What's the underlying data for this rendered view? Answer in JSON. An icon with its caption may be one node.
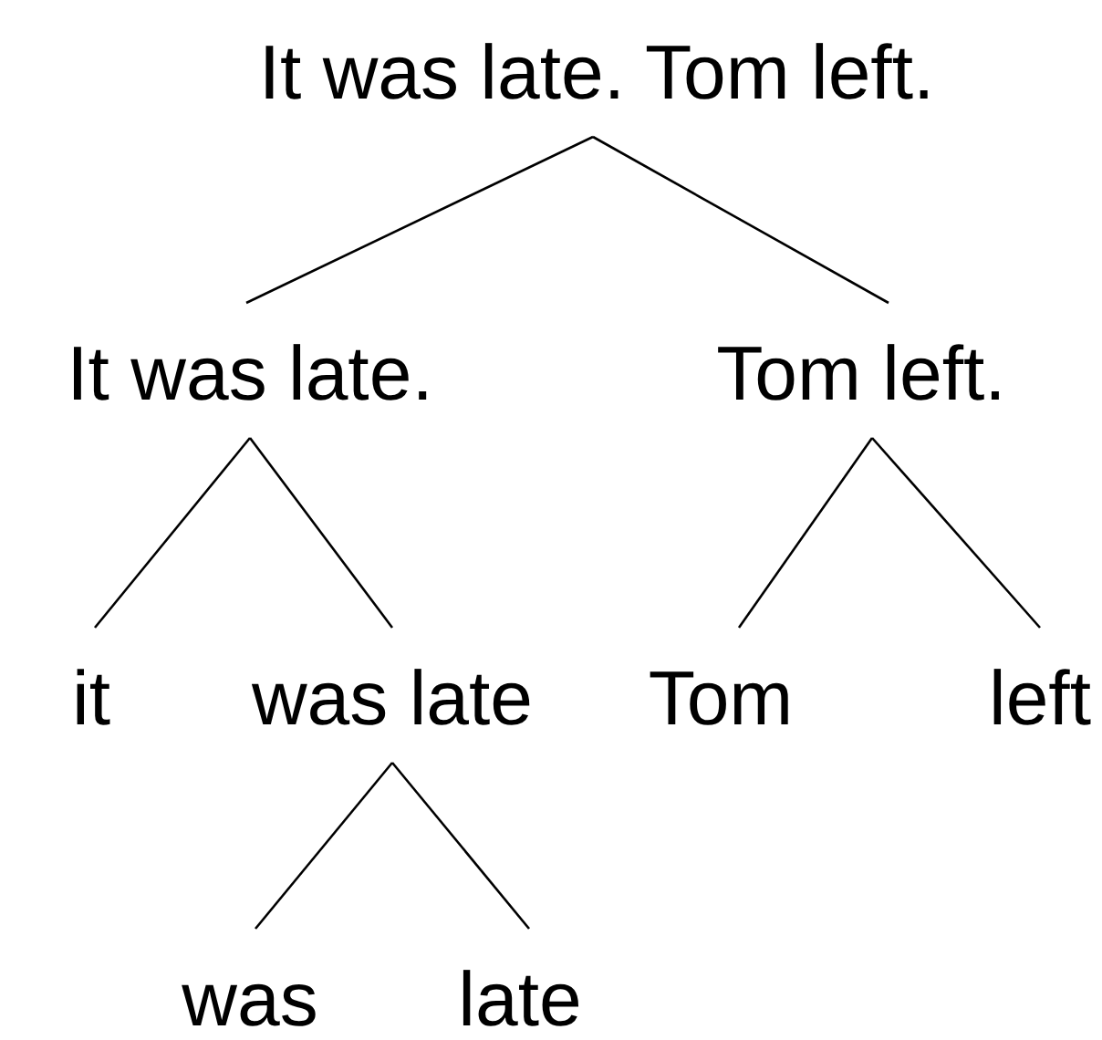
{
  "diagram": {
    "nodes": [
      {
        "text": [
          "It was late. Tom left."
        ]
      },
      {
        "text": [
          "It was late."
        ]
      },
      {
        "text": [
          "Tom left."
        ]
      },
      {
        "text": [
          "it"
        ]
      },
      {
        "text": [
          "was late"
        ]
      },
      {
        "text": [
          "Tom"
        ]
      },
      {
        "text": [
          "left"
        ]
      },
      {
        "text": [
          "was"
        ]
      },
      {
        "text": [
          "late"
        ]
      }
    ],
    "edges": [
      {
        "from": 0,
        "to": 1,
        "arrow": "none"
      },
      {
        "from": 0,
        "to": 2,
        "arrow": "none"
      },
      {
        "from": 1,
        "to": 3,
        "arrow": "none"
      },
      {
        "from": 1,
        "to": 4,
        "arrow": "none"
      },
      {
        "from": 2,
        "to": 5,
        "arrow": "none"
      },
      {
        "from": 2,
        "to": 6,
        "arrow": "none"
      },
      {
        "from": 4,
        "to": 7,
        "arrow": "none"
      },
      {
        "from": 4,
        "to": 8,
        "arrow": "none"
      }
    ]
  }
}
